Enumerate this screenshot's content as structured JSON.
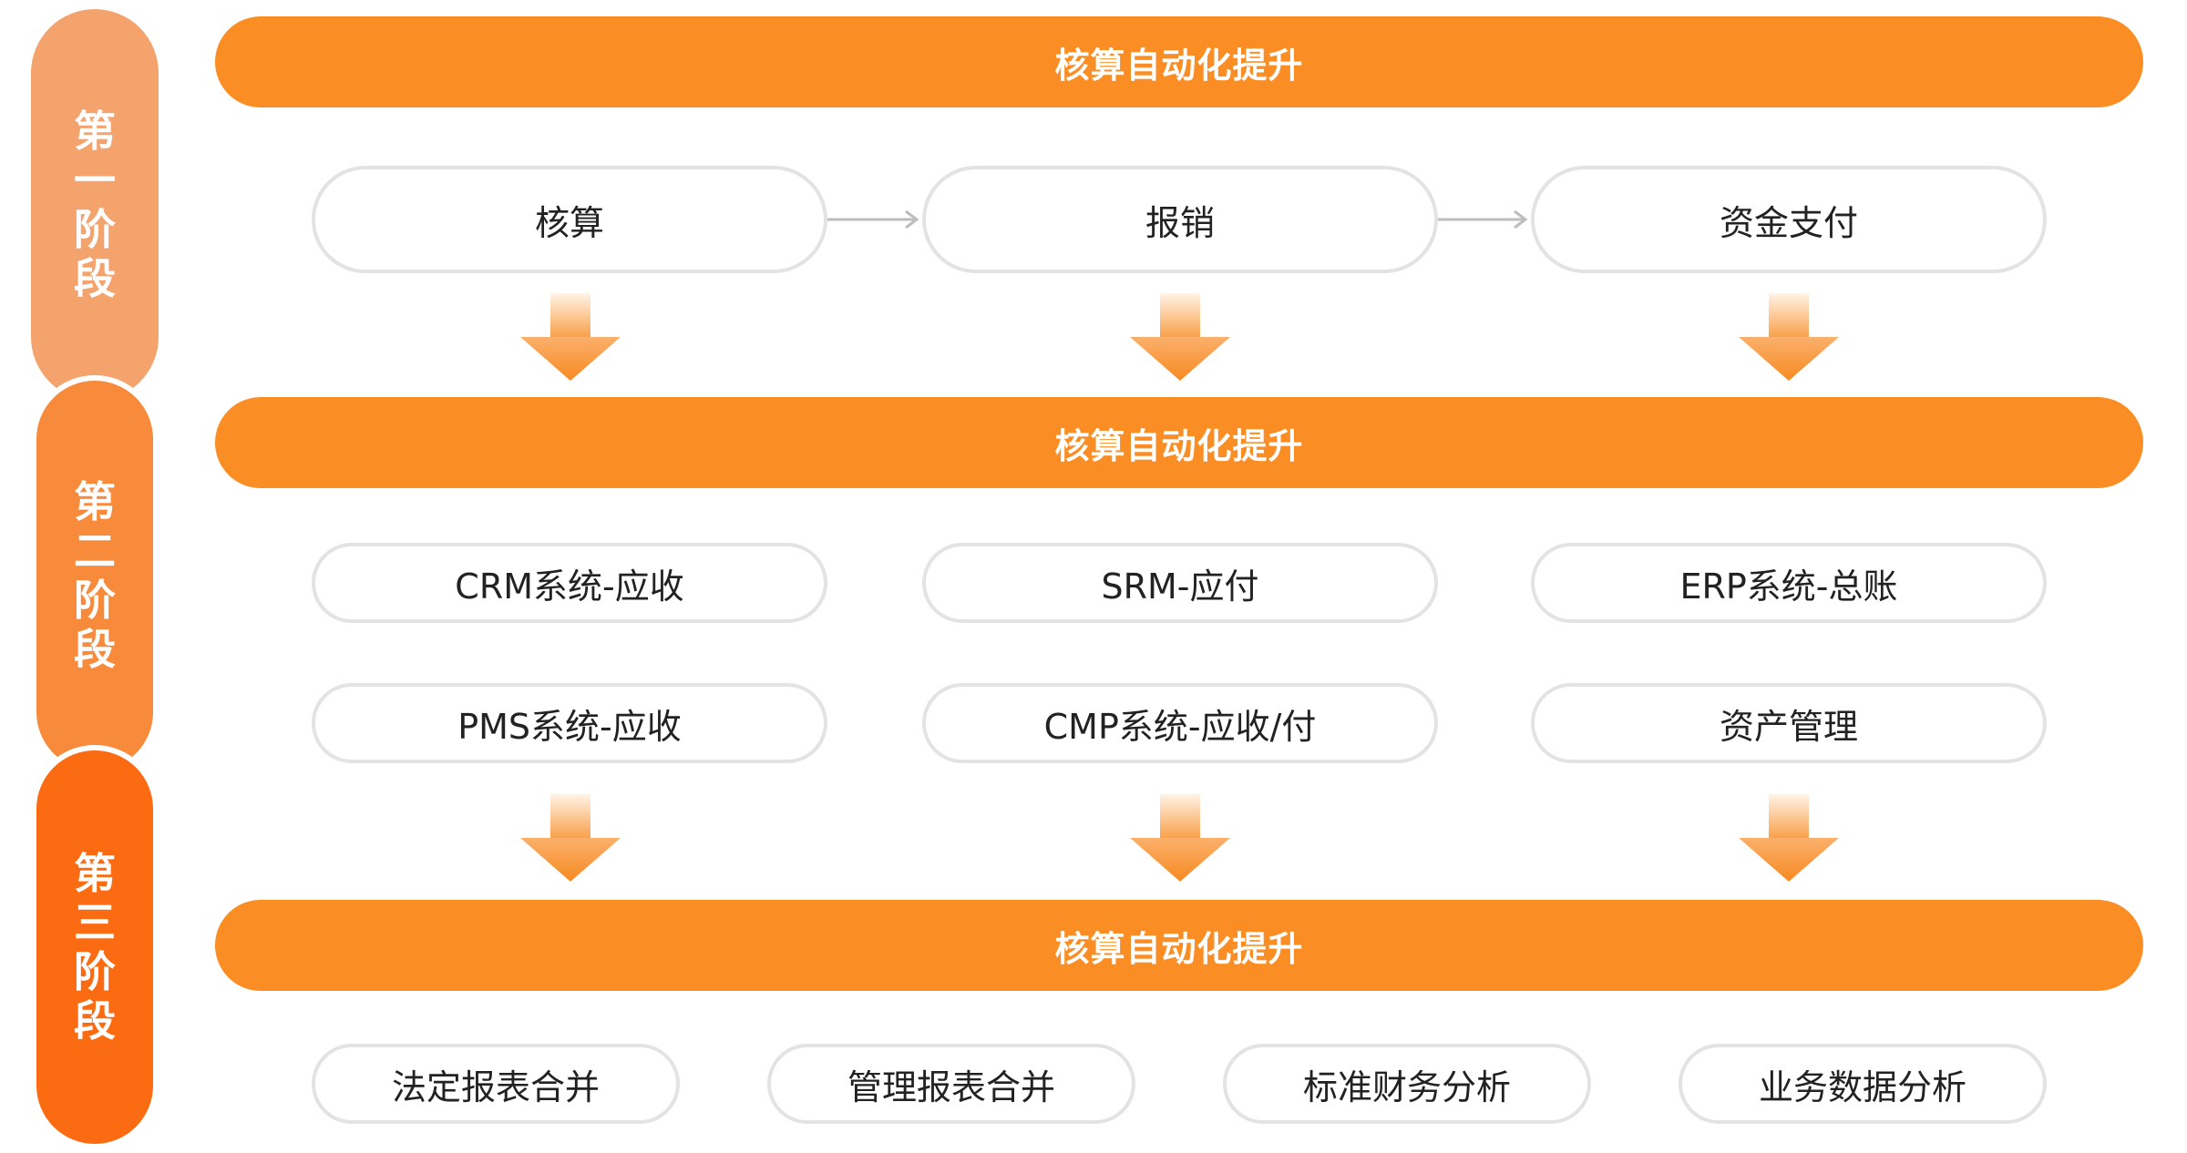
{
  "stages": [
    "第一阶段",
    "第二阶段",
    "第三阶段"
  ],
  "banners": [
    "核算自动化提升",
    "核算自动化提升",
    "核算自动化提升"
  ],
  "row1": [
    "核算",
    "报销",
    "资金支付"
  ],
  "row2": [
    "CRM系统-应收",
    "SRM-应付",
    "ERP系统-总账"
  ],
  "row3": [
    "PMS系统-应收",
    "CMP系统-应收/付",
    "资产管理"
  ],
  "row4": [
    "法定报表合并",
    "管理报表合并",
    "标准财务分析",
    "业务数据分析"
  ],
  "colors": {
    "banner": "#fa8e25",
    "stage1": "#f4a36d",
    "stage2": "#f88a3c",
    "stage3": "#fb6b12",
    "pill_border": "#e3e3e3"
  }
}
